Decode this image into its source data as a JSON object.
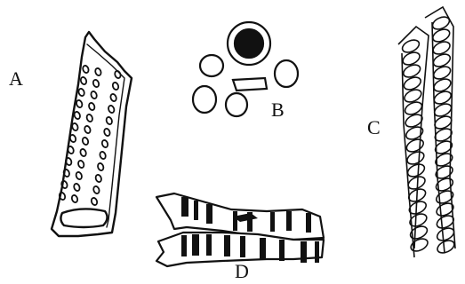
{
  "labels": {
    "a": "A",
    "b": "B",
    "c": "C",
    "d": "D"
  },
  "icons": {
    "a": "pitted-vessel-icon",
    "b": "cell-cluster-icon",
    "c": "spiral-vessel-icon",
    "d": "banded-ribbon-icon"
  },
  "colors": {
    "ink": "#111111",
    "paper": "#ffffff"
  }
}
